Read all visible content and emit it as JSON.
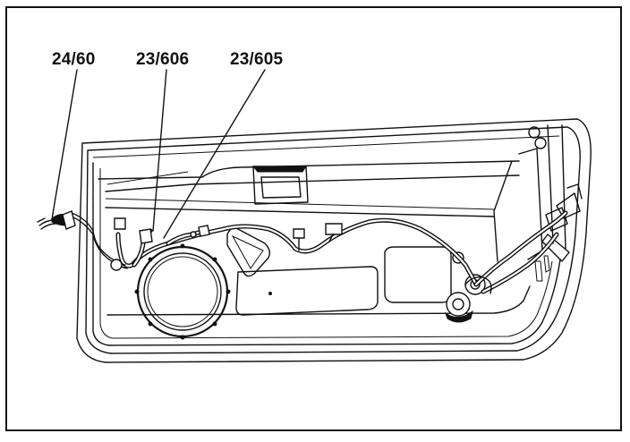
{
  "callouts": {
    "item_1": "24/60",
    "item_2": "23/606",
    "item_3": "23/605"
  },
  "colors": {
    "ink": "#111111",
    "paper": "#ffffff"
  }
}
